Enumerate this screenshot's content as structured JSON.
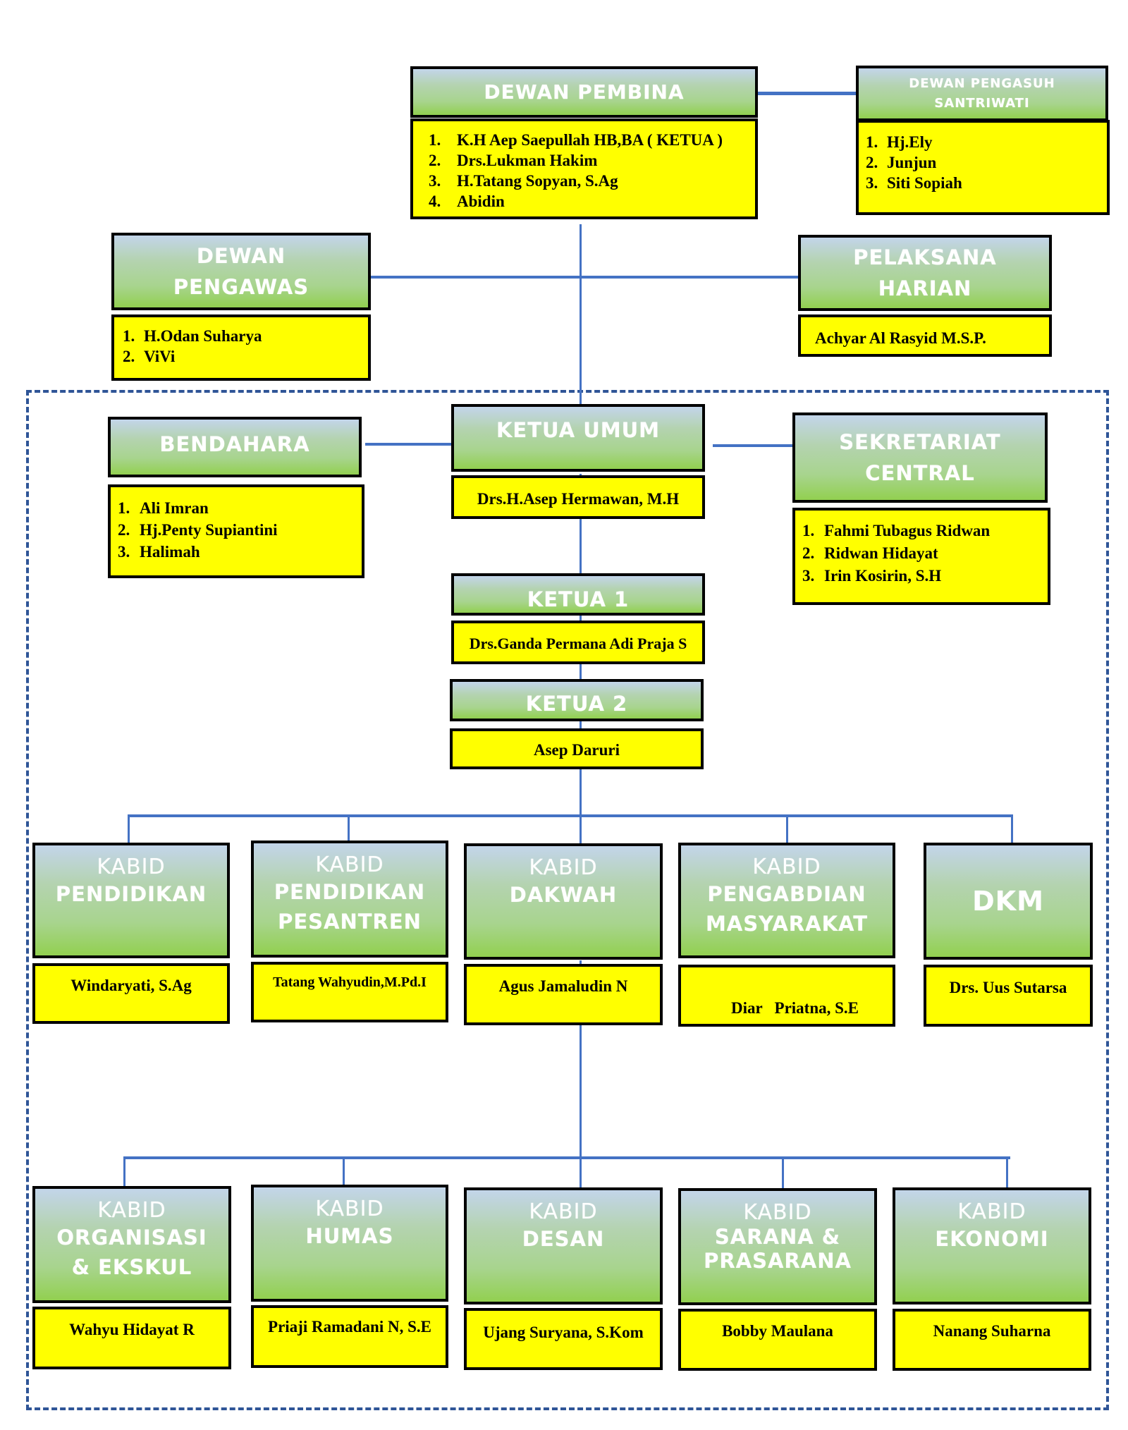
{
  "colors": {
    "header_gradient_top": "#c3d5ea",
    "header_gradient_bottom": "#92d050",
    "body_fill": "#ffff00",
    "connector": "#4472c4",
    "dashed_border": "#2f5597",
    "header_text": "#ffffff",
    "body_text": "#000000"
  },
  "top": {
    "dewan_pembina": {
      "title": "DEWAN PEMBINA",
      "members": [
        {
          "num": "1.",
          "name": "K.H Aep Saepullah HB,BA ( KETUA )"
        },
        {
          "num": "2.",
          "name": "Drs.Lukman Hakim"
        },
        {
          "num": "3.",
          "name": "H.Tatang Sopyan, S.Ag"
        },
        {
          "num": "4.",
          "name": "Abidin"
        }
      ]
    },
    "dewan_pengasuh": {
      "title_line1": "DEWAN PENGASUH",
      "title_line2": "SANTRIWATI",
      "members": [
        {
          "num": "1.",
          "name": "Hj.Ely"
        },
        {
          "num": "2.",
          "name": "Junjun"
        },
        {
          "num": "3.",
          "name": "Siti Sopiah"
        }
      ]
    },
    "dewan_pengawas": {
      "title_line1": "DEWAN",
      "title_line2": "PENGAWAS",
      "members": [
        {
          "num": "1.",
          "name": "H.Odan Suharya"
        },
        {
          "num": "2.",
          "name": "ViVi"
        }
      ]
    },
    "pelaksana_harian": {
      "title_line1": "PELAKSANA",
      "title_line2": "HARIAN",
      "member": "Achyar Al Rasyid M.S.P."
    }
  },
  "core": {
    "bendahara": {
      "title": "BENDAHARA",
      "members": [
        {
          "num": "1.",
          "name": "Ali Imran"
        },
        {
          "num": "2.",
          "name": "Hj.Penty Supiantini"
        },
        {
          "num": "3.",
          "name": "Halimah"
        }
      ]
    },
    "ketua_umum": {
      "title": "KETUA UMUM",
      "member": "Drs.H.Asep Hermawan, M.H"
    },
    "sekretariat": {
      "title_line1": "SEKRETARIAT",
      "title_line2": "CENTRAL",
      "members": [
        {
          "num": "1.",
          "name": "Fahmi Tubagus Ridwan"
        },
        {
          "num": "2.",
          "name": "Ridwan Hidayat"
        },
        {
          "num": "3.",
          "name": "Irin Kosirin, S.H"
        }
      ]
    },
    "ketua_1": {
      "title": "KETUA 1",
      "member": "Drs.Ganda Permana Adi Praja S"
    },
    "ketua_2": {
      "title": "KETUA 2",
      "member": "Asep Daruri"
    }
  },
  "divisions_row1": [
    {
      "sub": "KABID",
      "line1": "PENDIDIKAN",
      "line2": "",
      "member": "Windaryati, S.Ag"
    },
    {
      "sub": "KABID",
      "line1": "PENDIDIKAN",
      "line2": "PESANTREN",
      "member": "Tatang Wahyudin,M.Pd.I"
    },
    {
      "sub": "KABID",
      "line1": "DAKWAH",
      "line2": "",
      "member": "Agus Jamaludin N"
    },
    {
      "sub": "KABID",
      "line1": "PENGABDIAN",
      "line2": "MASYARAKAT",
      "member": "Diar   Priatna, S.E"
    },
    {
      "sub": "",
      "line1": "DKM",
      "line2": "",
      "member": "Drs. Uus Sutarsa"
    }
  ],
  "divisions_row2": [
    {
      "sub": "KABID",
      "line1": "ORGANISASI",
      "line2": "& EKSKUL",
      "member": "Wahyu Hidayat R"
    },
    {
      "sub": "KABID",
      "line1": "HUMAS",
      "line2": "",
      "member": "Priaji Ramadani N, S.E"
    },
    {
      "sub": "KABID",
      "line1": "DESAN",
      "line2": "",
      "member": "Ujang Suryana, S.Kom"
    },
    {
      "sub": "KABID",
      "line1": "SARANA &",
      "line2": "PRASARANA",
      "member": "Bobby Maulana"
    },
    {
      "sub": "KABID",
      "line1": "EKONOMI",
      "line2": "",
      "member": "Nanang Suharna"
    }
  ]
}
